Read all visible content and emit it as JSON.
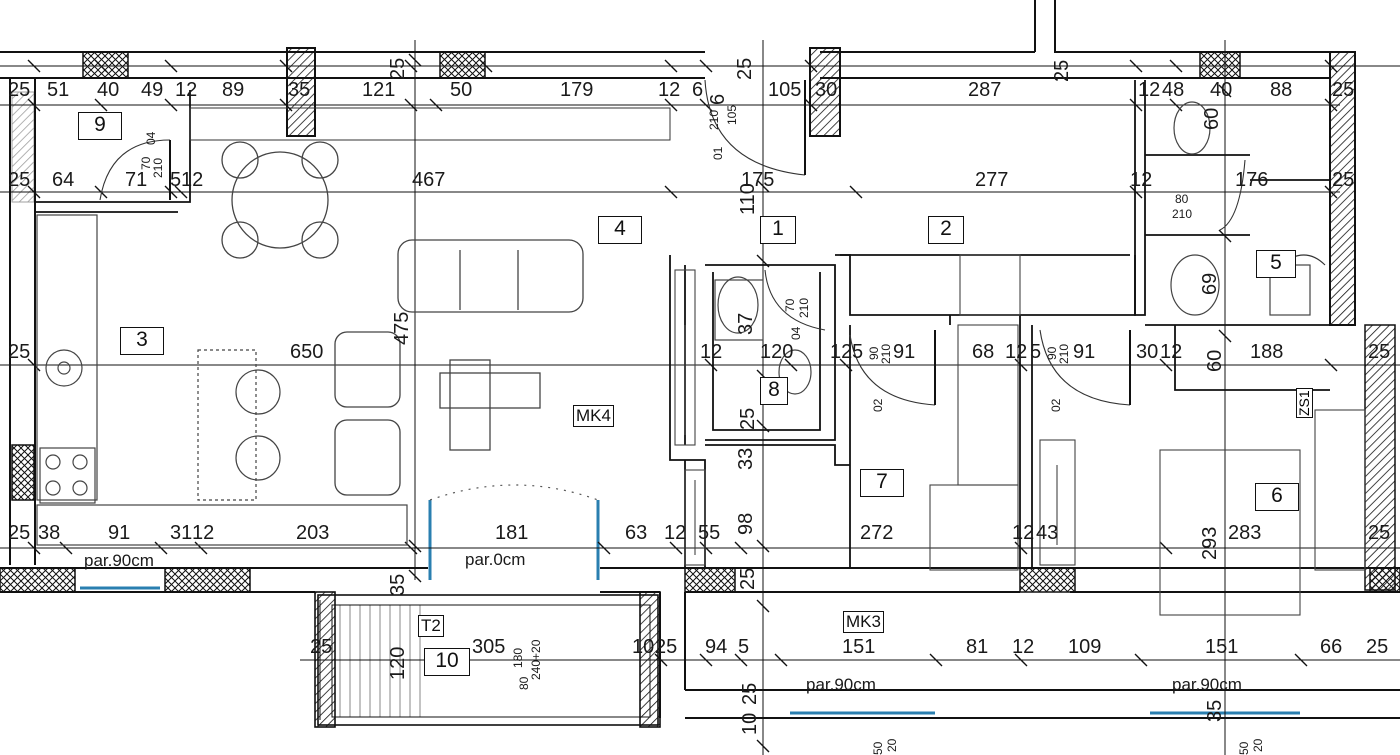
{
  "rooms": {
    "r1": "1",
    "r2": "2",
    "r3": "3",
    "r4": "4",
    "r5": "5",
    "r6": "6",
    "r7": "7",
    "r8": "8",
    "r9": "9",
    "r10": "10"
  },
  "tags": {
    "mk4": "MK4",
    "mk3": "MK3",
    "t2": "T2",
    "zs1": "ZS1"
  },
  "notes": {
    "par90_left": "par.90cm",
    "par0": "par.0cm",
    "par90_mid": "par.90cm",
    "par90_right": "par.90cm"
  },
  "doors": {
    "d01": "01",
    "d02a": "02",
    "d02b": "02",
    "d04a": "04",
    "d04b": "04"
  },
  "door_sizes": {
    "s1": "210",
    "s2": "105",
    "s3": "70",
    "s4": "210",
    "s5": "80",
    "s6": "210",
    "s7": "90",
    "s8": "210",
    "s9": "90",
    "s10": "210",
    "s11": "70",
    "s12": "210",
    "s13": "240+20",
    "s14": "180",
    "s15": "80",
    "s16": "50",
    "s17": "20",
    "s18": "50",
    "s19": "20"
  },
  "dims_top": [
    "25",
    "51",
    "40",
    "49",
    "12",
    "89",
    "35",
    "121",
    "50",
    "179",
    "12",
    "6",
    "105",
    "30",
    "287",
    "12",
    "48",
    "40",
    "88",
    "25",
    "25",
    "25"
  ],
  "dims_row2": [
    "25",
    "64",
    "71",
    "5",
    "12",
    "467",
    "175",
    "277",
    "12",
    "176",
    "25",
    "110"
  ],
  "dims_mid": [
    "25",
    "650",
    "475",
    "12",
    "120",
    "12",
    "5",
    "91",
    "68",
    "12",
    "5",
    "91",
    "30",
    "12",
    "60",
    "188",
    "25",
    "37",
    "69"
  ],
  "dims_row4": [
    "25",
    "38",
    "91",
    "31",
    "12",
    "203",
    "181",
    "63",
    "12",
    "55",
    "98",
    "272",
    "12",
    "43",
    "293",
    "283",
    "25",
    "33",
    "25"
  ],
  "dims_bottom": [
    "35",
    "25",
    "305",
    "120",
    "10",
    "25",
    "94",
    "5",
    "151",
    "81",
    "12",
    "109",
    "151",
    "66",
    "25",
    "10",
    "25",
    "35",
    "25",
    "25",
    "6",
    "60"
  ]
}
